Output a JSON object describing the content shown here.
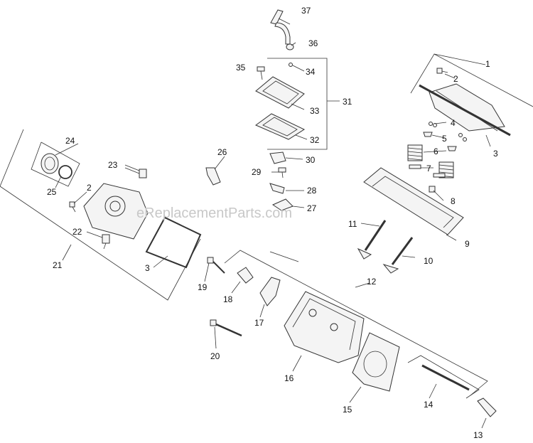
{
  "watermark": "eReplacementParts.com",
  "callouts": {
    "c1": "1",
    "c2a": "2",
    "c2b": "2",
    "c3a": "3",
    "c3b": "3",
    "c4": "4",
    "c5": "5",
    "c6": "6",
    "c7": "7",
    "c8": "8",
    "c9": "9",
    "c10": "10",
    "c11": "11",
    "c12": "12",
    "c13": "13",
    "c14": "14",
    "c15": "15",
    "c16": "16",
    "c17": "17",
    "c18": "18",
    "c19": "19",
    "c20": "20",
    "c21": "21",
    "c22": "22",
    "c23": "23",
    "c24": "24",
    "c25": "25",
    "c26": "26",
    "c27": "27",
    "c28": "28",
    "c29": "29",
    "c30": "30",
    "c31": "31",
    "c32": "32",
    "c33": "33",
    "c34": "34",
    "c35": "35",
    "c36": "36",
    "c37": "37"
  }
}
